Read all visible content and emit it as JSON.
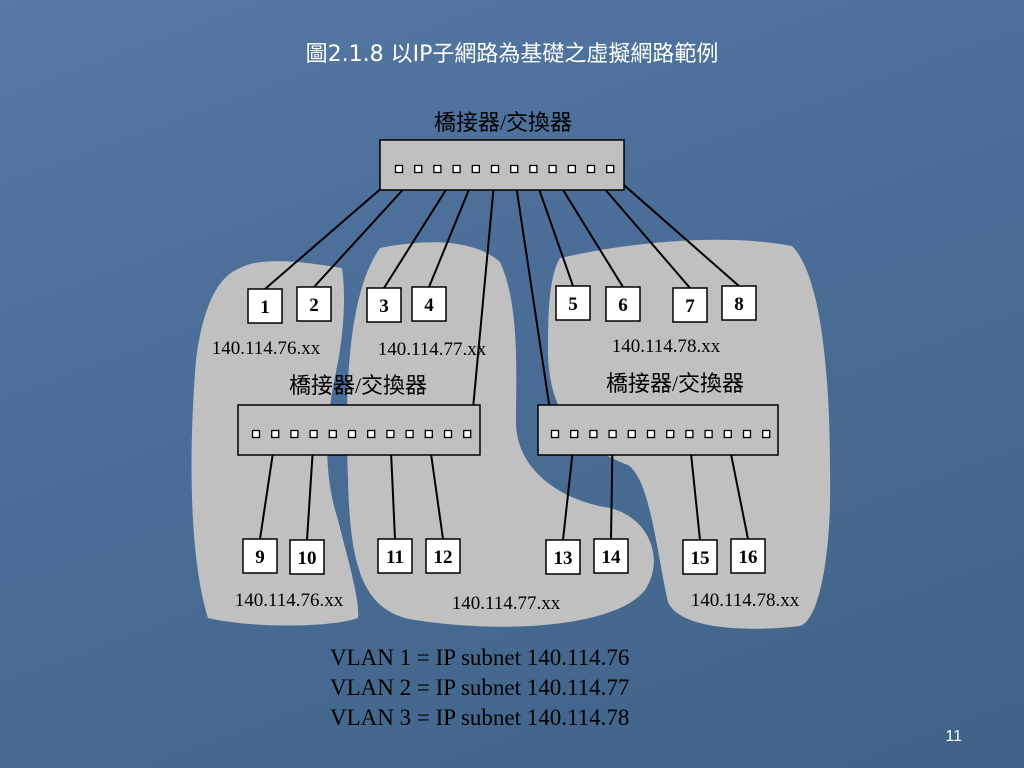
{
  "title": "圖2.1.8 以IP子網路為基礎之虛擬網路範例",
  "switches": {
    "top": "橋接器/交換器",
    "left": "橋接器/交換器",
    "right": "橋接器/交換器"
  },
  "stations": [
    "1",
    "2",
    "3",
    "4",
    "5",
    "6",
    "7",
    "8",
    "9",
    "10",
    "11",
    "12",
    "13",
    "14",
    "15",
    "16"
  ],
  "subnet_labels": {
    "upper_76": "140.114.76.xx",
    "upper_77": "140.114.77.xx",
    "upper_78": "140.114.78.xx",
    "lower_76": "140.114.76.xx",
    "lower_77": "140.114.77.xx",
    "lower_78": "140.114.78.xx"
  },
  "vlan_definitions": [
    "VLAN 1 = IP subnet 140.114.76",
    "VLAN 2 = IP subnet 140.114.77",
    "VLAN 3 = IP subnet 140.114.78"
  ],
  "page_number": "11",
  "colors": {
    "background": "#4a6e98",
    "region_fill": "#c0c0c0",
    "line": "#000000",
    "box_fill": "#ffffff"
  }
}
